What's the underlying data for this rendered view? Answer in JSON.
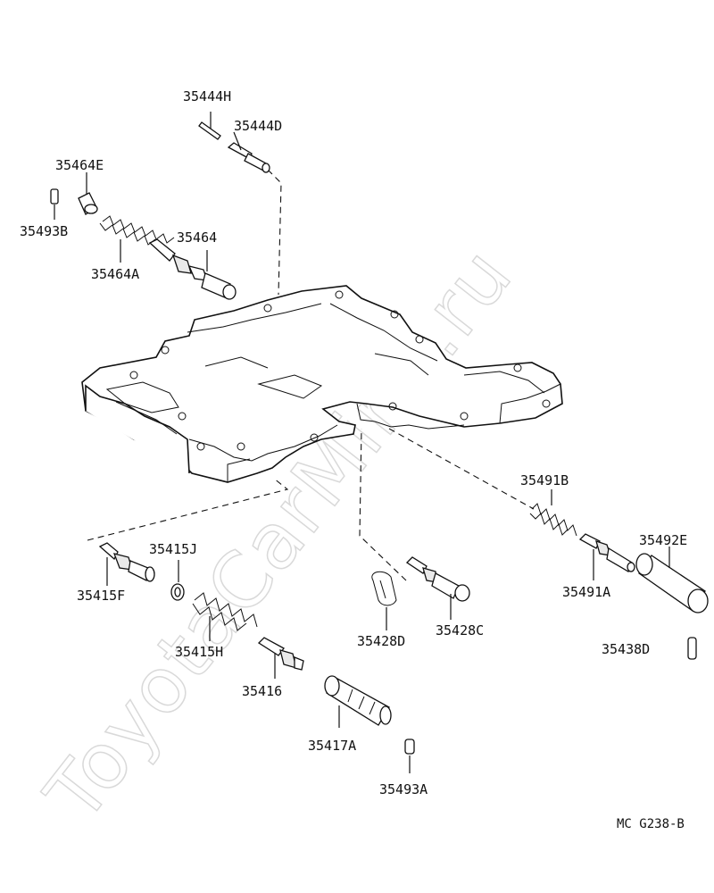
{
  "watermark": "ToyotaCarMine.ru",
  "drawing_code": "MC G238-B",
  "parts": {
    "p35444H": "35444H",
    "p35444D": "35444D",
    "p35464E": "35464E",
    "p35493B": "35493B",
    "p35464": "35464",
    "p35464A": "35464A",
    "p35491B": "35491B",
    "p35492E": "35492E",
    "p35491A": "35491A",
    "p35438D": "35438D",
    "p35415J": "35415J",
    "p35415F": "35415F",
    "p35415H": "35415H",
    "p35416": "35416",
    "p35417A": "35417A",
    "p35493A": "35493A",
    "p35428D": "35428D",
    "p35428C": "35428C"
  }
}
